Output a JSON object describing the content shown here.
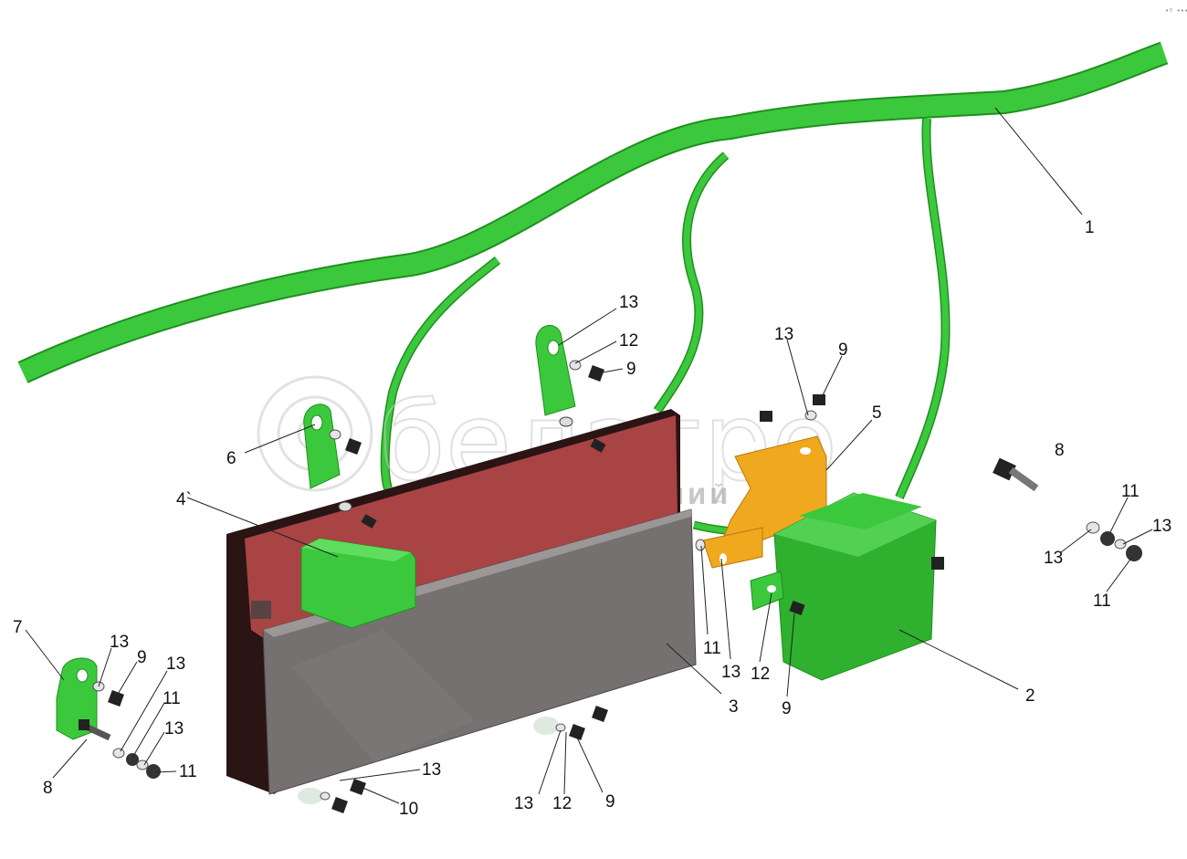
{
  "corner_mark": "•º •••",
  "watermark": {
    "brand": "белагро",
    "tagline": "ГРУППА КОМПАНИЙ"
  },
  "colors": {
    "harness": "#3cc83c",
    "harness_edge": "#1f8f1f",
    "bracket_green": "#3cc83c",
    "bracket_orange": "#f0a81e",
    "back_plate": "#a94444",
    "front_panel": "#767171",
    "frame_dark": "#2a1414"
  },
  "labels": {
    "l1": "1",
    "l2": "2",
    "l3": "3",
    "l4": "4`",
    "l5": "5",
    "l6": "6",
    "l7": "7",
    "l8_left": "8",
    "l8_right": "8",
    "l10": "10",
    "top_13": "13",
    "top_12": "12",
    "top_9": "9",
    "mid_13": "13",
    "mid_9": "9",
    "c_11": "11",
    "c_13": "13",
    "c_12": "12",
    "c_9": "9",
    "r_11_top": "11",
    "r_13_right": "13",
    "r_13_left": "13",
    "r_11_bottom": "11",
    "lb_13": "13",
    "lb_9": "9",
    "lb_13b": "13",
    "lb_11": "11",
    "lb_13c": "13",
    "lb_11b": "11",
    "b_13": "13",
    "bm_13": "13",
    "bm_12": "12",
    "bm_9": "9"
  }
}
